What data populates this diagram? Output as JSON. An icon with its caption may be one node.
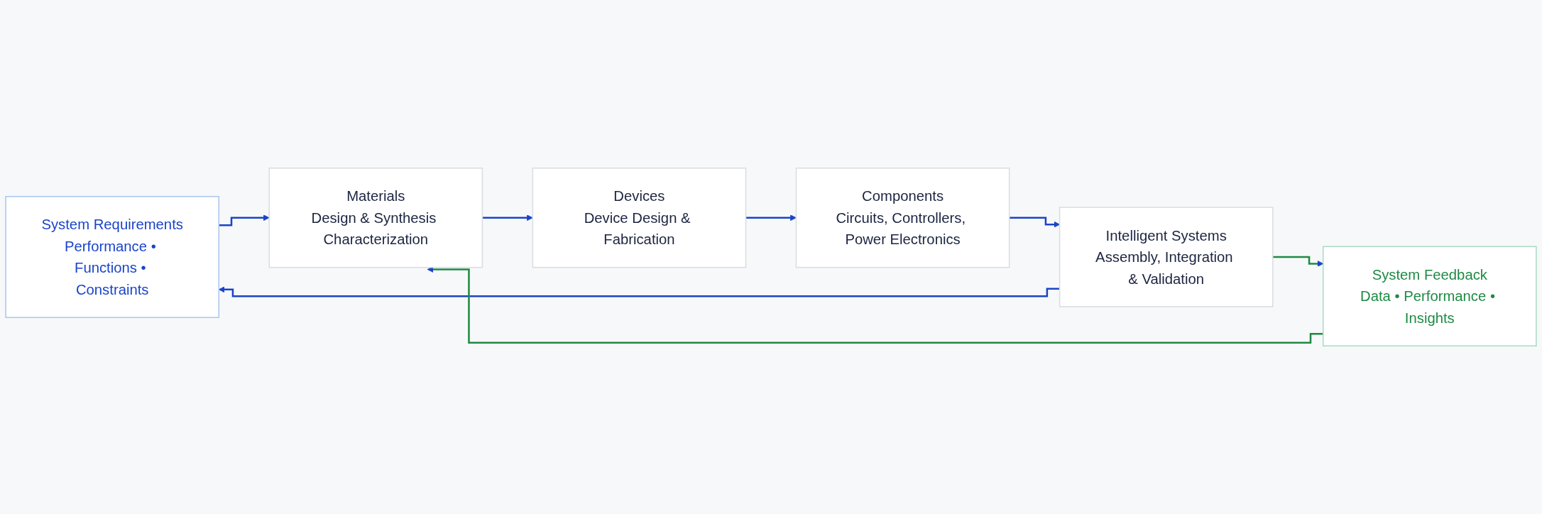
{
  "diagram": {
    "nodes": [
      {
        "text": [
          "System Requirements",
          "Performance • Functions • Constraints"
        ]
      },
      {
        "text": [
          "Materials",
          "Design & Synthesis Characterization"
        ]
      },
      {
        "text": [
          "Devices",
          "Device Design & Fabrication"
        ]
      },
      {
        "text": [
          "Components",
          "Circuits, Controllers, Power Electronics"
        ]
      },
      {
        "text": [
          "Intelligent Systems",
          "Assembly, Integration & Validation"
        ]
      },
      {
        "text": [
          "System Feedback",
          "Data • Performance • Insights"
        ]
      }
    ],
    "edges": [
      {
        "from": 0,
        "to": 1,
        "arrow": "to"
      },
      {
        "from": 1,
        "to": 2,
        "arrow": "to"
      },
      {
        "from": 2,
        "to": 3,
        "arrow": "to"
      },
      {
        "from": 3,
        "to": 4,
        "arrow": "to"
      },
      {
        "from": 4,
        "to": 0,
        "arrow": "to"
      },
      {
        "from": 4,
        "to": 5,
        "arrow": "to",
        "color": "#1e8a44"
      },
      {
        "from": 5,
        "to": 1,
        "arrow": "to",
        "color": "#1e8a44"
      }
    ]
  }
}
